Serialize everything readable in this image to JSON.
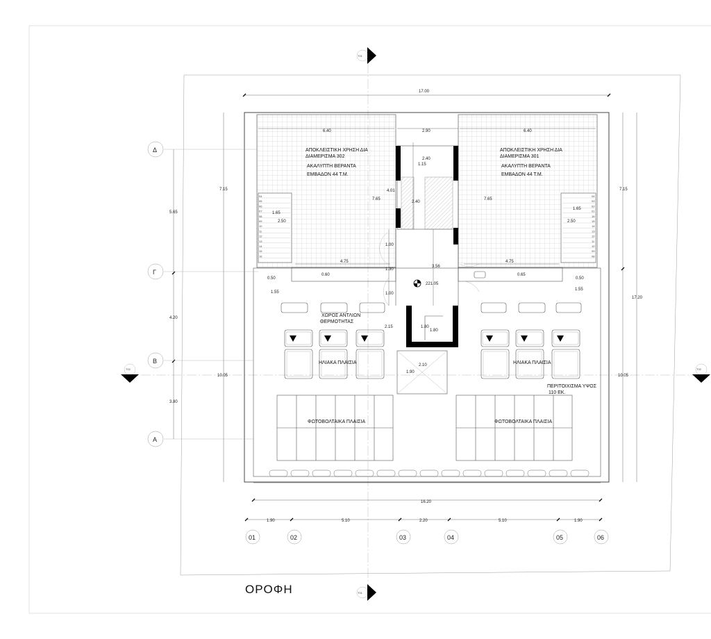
{
  "title": "ΟΡΟΦΗ",
  "section_marks": {
    "top": "T01",
    "bottom": "T01",
    "left": "T02",
    "right": "T02"
  },
  "grid_rows": [
    "Δ",
    "Γ",
    "Β",
    "Α"
  ],
  "grid_cols": [
    "01",
    "02",
    "03",
    "04",
    "05",
    "06"
  ],
  "terrace_left": {
    "line1": "ΑΠΟΚΛΕΙΣΤΙΚΗ ΧΡΗΣΗ ΔΙΑ",
    "line2": "ΔΙΑΜΕΡΙΣΜΑ 302",
    "line3": "ΑΚΑΛΥΠΤΗ ΒΕΡΑΝΤΑ",
    "line4": "ΕΜΒΑΔΟΝ 44 Τ.Μ."
  },
  "terrace_right": {
    "line1": "ΑΠΟΚΛΕΙΣΤΙΚΗ ΧΡΗΣΗ ΔΙΑ",
    "line2": "ΔΙΑΜΕΡΙΣΜΑ 301",
    "line3": "ΑΚΑΛΥΠΤΗ ΒΕΡΑΝΤΑ",
    "line4": "ΕΜΒΑΔΟΝ 44 Τ.Μ."
  },
  "heat_pump_area": {
    "line1": "ΧΩΡΟΣ ΑΝΤΛΙΩΝ",
    "line2": "ΘΕΡΜΟΤΗΤΑΣ"
  },
  "solar_left": "ΗΛΙΑΚΑ ΠΛΑΙΣΙΑ",
  "solar_right": "ΗΛΙΑΚΑ ΠΛΑΙΣΙΑ",
  "pv_left": "ΦΩΤΟΒΟΛΤΑΙΚΑ ΠΛΑΙΣΙΑ",
  "pv_right": "ΦΩΤΟΒΟΛΤΑΙΚΑ ΠΛΑΙΣΙΑ",
  "parapet": {
    "line1": "ΠΕΡΙΤΟΙΧΙΣΜΑ ΥΨΟΣ",
    "line2": "110 ΕΚ."
  },
  "level": "221.05",
  "dims": {
    "overall_w": "17.00",
    "overall_w2": "16.20",
    "left_terrace_w": "6.40",
    "right_terrace_w": "6.40",
    "core_w": "2.90",
    "core_in1": "2.40",
    "core_in2": "2.40",
    "core_115": "1.15",
    "core_401": "4.01",
    "core_100a": "1.00",
    "core_130": "1.30",
    "core_100b": "1.00",
    "core_356": "3.56",
    "core_215": "2.15",
    "core_180a": "1.80",
    "core_180b": "1.80",
    "core_210": "2.10",
    "core_190": "1.90",
    "terr_765a": "7.65",
    "terr_765b": "7.65",
    "stair_165a": "1.65",
    "stair_165b": "1.65",
    "stair_250a": "2.50",
    "stair_250b": "2.50",
    "ter_475a": "4.75",
    "ter_475b": "4.75",
    "d_050a": "0.50",
    "d_060": "0.60",
    "d_155a": "1.55",
    "d_065": "0.65",
    "d_050b": "0.50",
    "d_155b": "1.55",
    "left_715": "7.15",
    "left_565": "5.65",
    "left_420": "4.20",
    "left_1005": "10.05",
    "left_380": "3.80",
    "right_715": "7.15",
    "right_1720": "17.20",
    "right_1005": "10.05",
    "bot_190a": "1.90",
    "bot_510a": "5.10",
    "bot_220": "2.20",
    "bot_510b": "5.10",
    "bot_190b": "1.90"
  },
  "stair_numbers_left": [
    "04",
    "05",
    "06",
    "07",
    "08",
    "09",
    "10",
    "11",
    "12",
    "13",
    "14",
    "15",
    "16"
  ],
  "stair_numbers_right": [
    "04",
    "03",
    "02",
    "01",
    "16",
    "15",
    "14",
    "13",
    "12",
    "11",
    "10",
    "09",
    "08"
  ]
}
